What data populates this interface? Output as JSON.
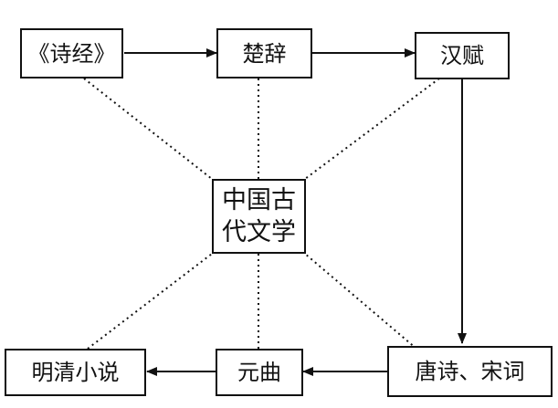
{
  "diagram": {
    "center": {
      "line1": "中国古",
      "line2": "代文学"
    },
    "nodes": {
      "shijing": "《诗经》",
      "chuci": "楚辞",
      "hanfu": "汉赋",
      "tangshi_songci": "唐诗、宋词",
      "yuanqu": "元曲",
      "mingqing_xiaoshuo": "明清小说"
    },
    "edges": [
      {
        "from": "《诗经》",
        "to": "楚辞",
        "style": "arrow"
      },
      {
        "from": "楚辞",
        "to": "汉赋",
        "style": "arrow"
      },
      {
        "from": "汉赋",
        "to": "唐诗、宋词",
        "style": "arrow"
      },
      {
        "from": "唐诗、宋词",
        "to": "元曲",
        "style": "arrow"
      },
      {
        "from": "元曲",
        "to": "明清小说",
        "style": "arrow"
      }
    ],
    "links_to_center": [
      "《诗经》",
      "楚辞",
      "汉赋",
      "唐诗、宋词",
      "元曲",
      "明清小说"
    ]
  },
  "colors": {
    "stroke": "#111111",
    "background": "#ffffff"
  }
}
